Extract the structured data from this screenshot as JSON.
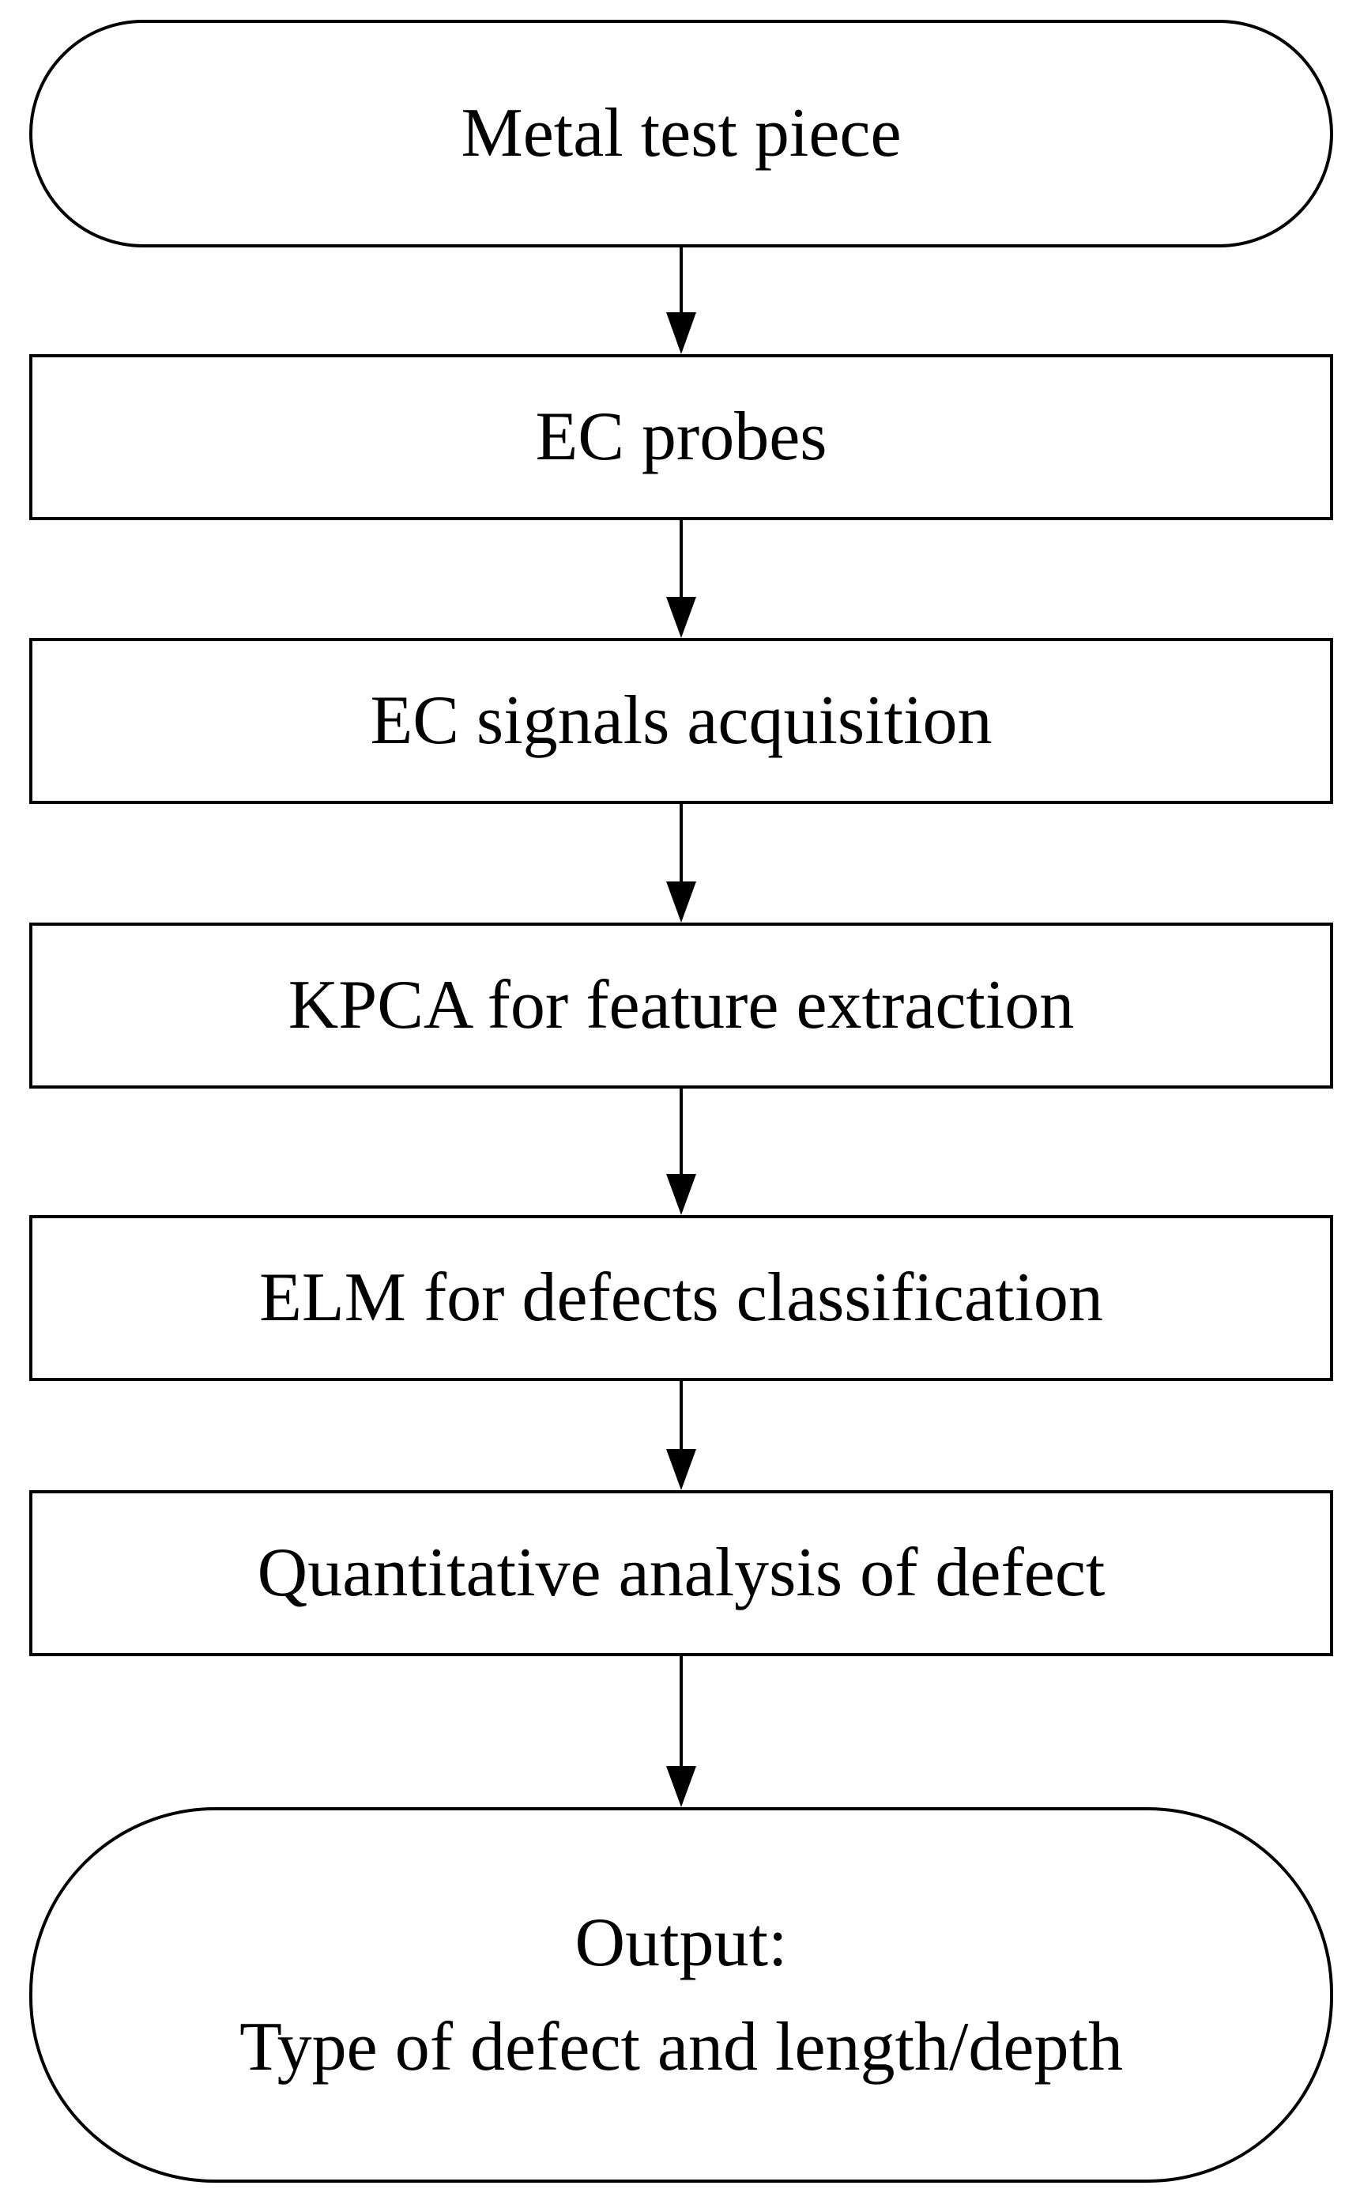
{
  "flowchart": {
    "start": {
      "label": "Metal test piece"
    },
    "steps": [
      {
        "label": "EC probes"
      },
      {
        "label": "EC signals acquisition"
      },
      {
        "label": "KPCA for feature extraction"
      },
      {
        "label": "ELM for defects classification"
      },
      {
        "label": "Quantitative analysis of defect"
      }
    ],
    "end": {
      "line1": "Output:",
      "line2": "Type of defect and length/depth"
    }
  }
}
